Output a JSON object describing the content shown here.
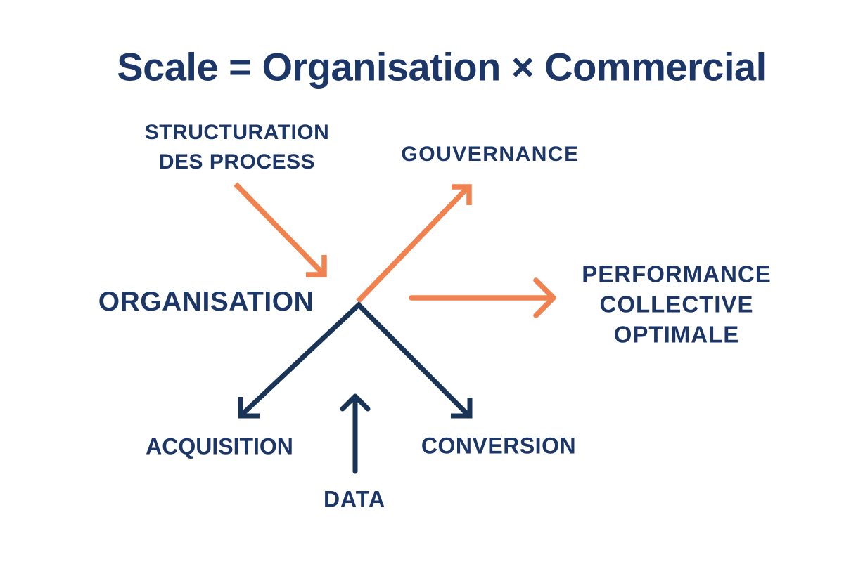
{
  "colors": {
    "background": "#ffffff",
    "navy_text": "#1c3667",
    "navy_line": "#1a3458",
    "orange": "#f0824f"
  },
  "title": "Scale = Organisation × Commercial",
  "labels": {
    "structuration": "STRUCTURATION\nDES PROCESS",
    "gouvernance": "GOUVERNANCE",
    "organisation": "ORGANISATION",
    "performance": "PERFORMANCE\nCOLLECTIVE\nOPTIMALE",
    "acquisition": "ACQUISITION",
    "conversion": "CONVERSION",
    "data": "DATA"
  }
}
